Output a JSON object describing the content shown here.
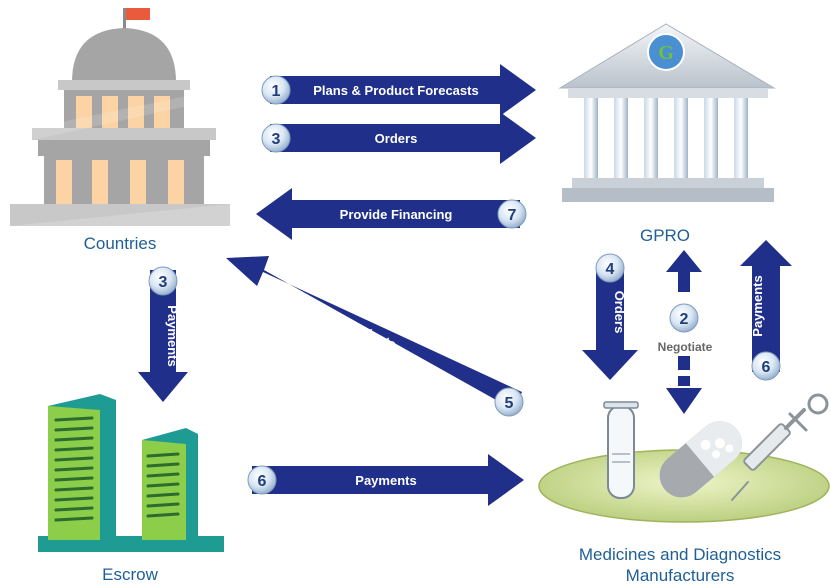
{
  "nodes": {
    "countries": "Countries",
    "gpro": "GPRO",
    "escrow": "Escrow",
    "manufacturers_line1": "Medicines and Diagnostics",
    "manufacturers_line2": "Manufacturers",
    "gpro_logo": "G"
  },
  "flows": {
    "plans": {
      "step": "1",
      "label": "Plans & Product Forecasts"
    },
    "orders_top": {
      "step": "3",
      "label": "Orders"
    },
    "financing": {
      "step": "7",
      "label": "Provide Financing"
    },
    "escrow_payments": {
      "step": "3",
      "label": "Payments"
    },
    "products": {
      "step": "5",
      "label": "Products"
    },
    "manufacturer_orders": {
      "step": "4",
      "label": "Orders"
    },
    "negotiate": {
      "step": "2",
      "label": "Negotiate"
    },
    "gpro_payments": {
      "step": "6",
      "label": "Payments"
    },
    "bottom_payments": {
      "step": "6",
      "label": "Payments"
    }
  },
  "colors": {
    "arrow": "#1f2f8a",
    "badge_fill": "#cfe0f2",
    "badge_text": "#1f3e7a",
    "caption": "#1f5f96",
    "capitol": "#a5a5a5",
    "capitol_accent": "#fbd3a4",
    "building_green": "#8ccd4a",
    "building_teal": "#1e9c94",
    "flag": "#ea5a3c"
  }
}
